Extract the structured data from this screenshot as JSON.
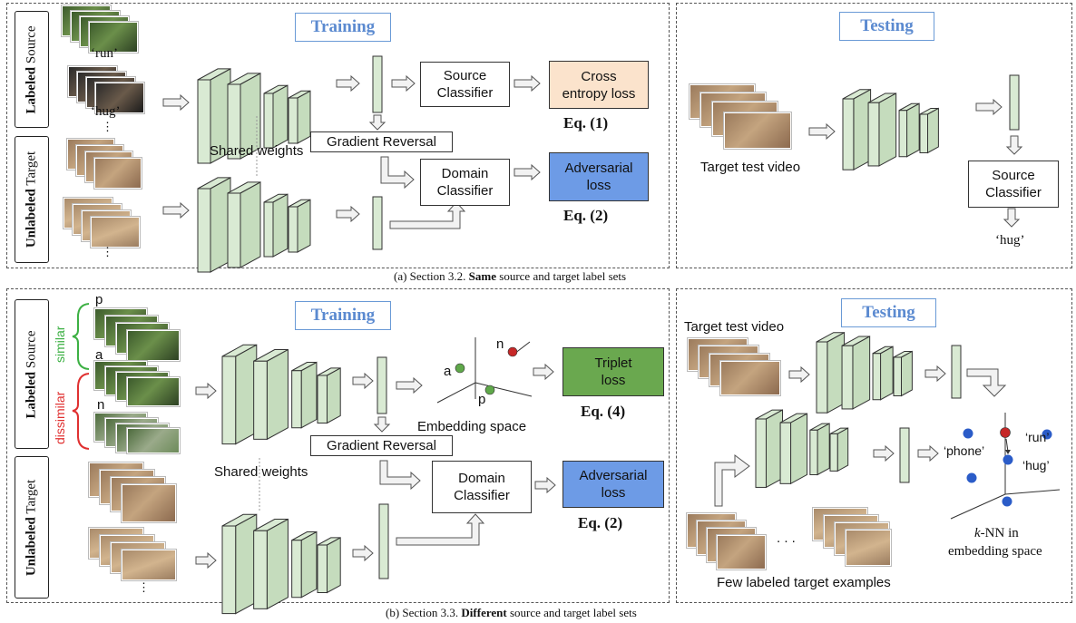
{
  "top": {
    "train_title": "Training",
    "test_title": "Testing",
    "side_source_bold": "Labeled",
    "side_source_rest": " Source",
    "side_target_bold": "Unlabeled",
    "side_target_rest": " Target",
    "label_run": "‘run’",
    "label_hug": "‘hug’",
    "ellipsis": "⋮",
    "shared_weights": "Shared weights",
    "gradient_reversal": "Gradient Reversal",
    "source_classifier": [
      "Source",
      "Classifier"
    ],
    "domain_classifier": [
      "Domain",
      "Classifier"
    ],
    "cross_entropy": [
      "Cross",
      "entropy loss"
    ],
    "adversarial": [
      "Adversarial",
      "loss"
    ],
    "eq1": "Eq. (1)",
    "eq2": "Eq. (2)",
    "target_test_video": "Target test video",
    "test_source_classifier": [
      "Source",
      "Classifier"
    ],
    "test_output": "‘hug’",
    "caption_pre": "(a) Section 3.2. ",
    "caption_bold": "Same",
    "caption_post": " source and target label sets"
  },
  "bottom": {
    "train_title": "Training",
    "test_title": "Testing",
    "side_source_bold": "Labeled",
    "side_source_rest": " Source",
    "side_target_bold": "Unlabeled",
    "side_target_rest": " Target",
    "similar": "similar",
    "dissimilar": "dissimilar",
    "p": "p",
    "a": "a",
    "n": "n",
    "ellipsis": "⋮",
    "shared_weights": "Shared weights",
    "gradient_reversal": "Gradient Reversal",
    "embedding_space": "Embedding space",
    "emb_a": "a",
    "emb_p": "p",
    "emb_n": "n",
    "triplet": [
      "Triplet",
      "loss"
    ],
    "eq4": "Eq. (4)",
    "domain_classifier": [
      "Domain",
      "Classifier"
    ],
    "adversarial": [
      "Adversarial",
      "loss"
    ],
    "eq2": "Eq. (2)",
    "target_test_video": "Target test video",
    "label_phone": "‘phone’",
    "label_run": "‘run’",
    "label_hug": "‘hug’",
    "dots": ". . .",
    "few_labeled": "Few labeled target examples",
    "knn_k": "k",
    "knn_rest": "-NN in",
    "knn_line2": "embedding space",
    "caption_pre": "(b) Section 3.3. ",
    "caption_bold": "Different",
    "caption_post": " source and target label sets"
  },
  "colors": {
    "title_blue": "#5b8ad0",
    "cross_entropy_fill": "#fbe3cc",
    "adversarial_fill": "#6d9be6",
    "triplet_fill": "#6aa84f",
    "layer_fill": "#d9ead3",
    "similar_green": "#3cb043",
    "dissimilar_red": "#e03030",
    "point_blue": "#2b5cc8",
    "point_red": "#c62828",
    "point_green": "#5fa84a"
  }
}
